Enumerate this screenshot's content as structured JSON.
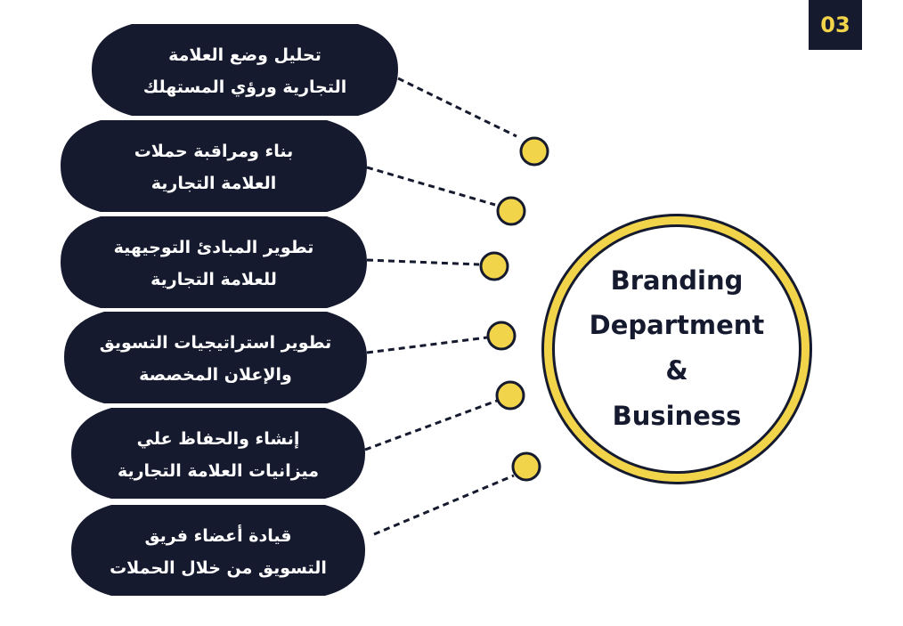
{
  "page_number": "03",
  "center": {
    "lines": [
      "Branding",
      "Department",
      "&",
      "Business"
    ]
  },
  "items": [
    {
      "line1": "تحليل وضع العلامة",
      "line2": "التجارية ورؤي المستهلك"
    },
    {
      "line1": "بناء ومراقبة حملات",
      "line2": "العلامة التجارية"
    },
    {
      "line1": "تطوير المبادئ التوجيهية",
      "line2": "للعلامة التجارية"
    },
    {
      "line1": "تطوير استراتيجيات التسويق",
      "line2": "والإعلان المخصصة"
    },
    {
      "line1": "إنشاء والحفاظ علي",
      "line2": "ميزانيات العلامة التجارية"
    },
    {
      "line1": "قيادة أعضاء فريق",
      "line2": "التسويق من خلال الحملات"
    }
  ],
  "colors": {
    "navy": "#151a2e",
    "yellow": "#f2d44a"
  }
}
